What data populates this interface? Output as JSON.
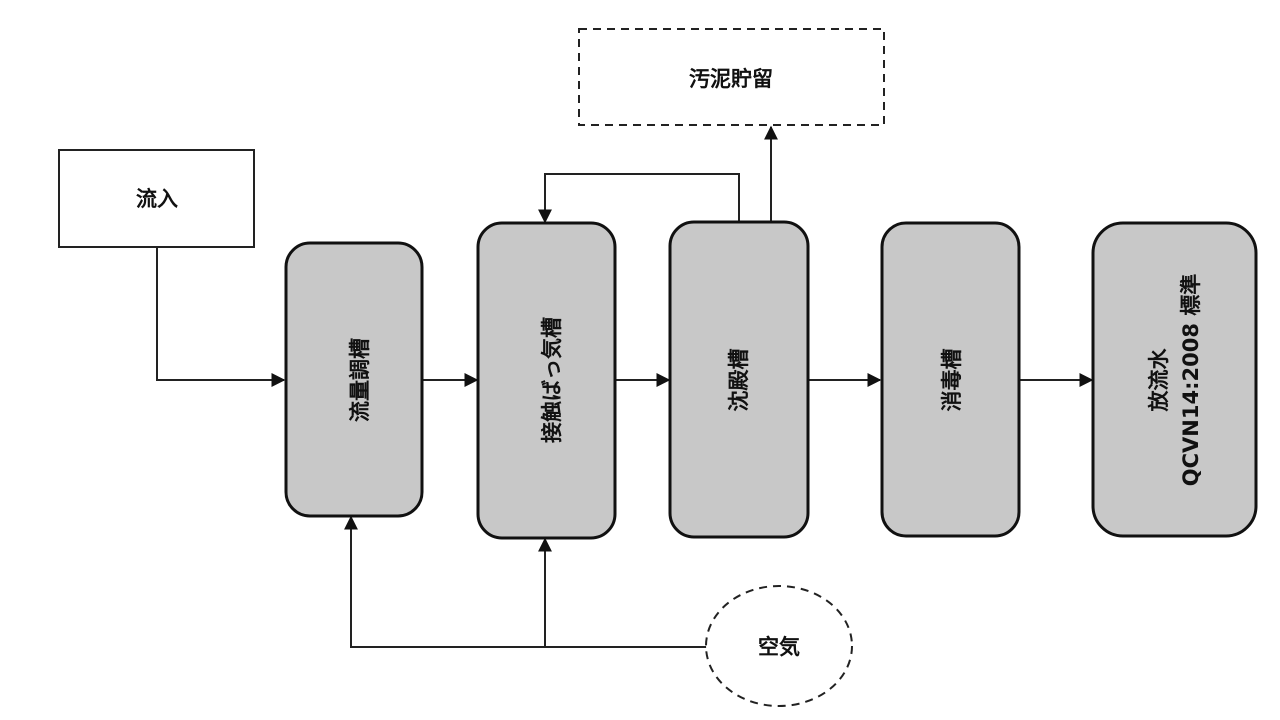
{
  "diagram": {
    "title": "",
    "nodes": {
      "inflow": {
        "label": "流入",
        "style": "rectangle"
      },
      "sludge_storage": {
        "label": "汚泥貯留",
        "style": "dashed-rectangle"
      },
      "flow_equalization_tank": {
        "label": "流量調槽",
        "style": "rounded-gray"
      },
      "contact_aeration_tank": {
        "label": "接触ばっ気槽",
        "style": "rounded-gray"
      },
      "sedimentation_tank": {
        "label": "沈殿槽",
        "style": "rounded-gray"
      },
      "disinfection_tank": {
        "label": "消毒槽",
        "style": "rounded-gray"
      },
      "effluent": {
        "label_line1": "放流水",
        "label_line2": "QCVN14:2008 標準",
        "style": "rounded-gray"
      },
      "air": {
        "label": "空気",
        "style": "dashed-ellipse"
      }
    },
    "edges": [
      {
        "from": "inflow",
        "to": "flow_equalization_tank"
      },
      {
        "from": "flow_equalization_tank",
        "to": "contact_aeration_tank"
      },
      {
        "from": "contact_aeration_tank",
        "to": "sedimentation_tank"
      },
      {
        "from": "sedimentation_tank",
        "to": "disinfection_tank"
      },
      {
        "from": "disinfection_tank",
        "to": "effluent"
      },
      {
        "from": "sedimentation_tank",
        "to": "contact_aeration_tank",
        "kind": "return"
      },
      {
        "from": "sedimentation_tank",
        "to": "sludge_storage"
      },
      {
        "from": "air",
        "to": "flow_equalization_tank"
      },
      {
        "from": "air",
        "to": "contact_aeration_tank"
      }
    ],
    "colors": {
      "tank_fill": "#c8c8c8",
      "stroke": "#111111",
      "background": "#ffffff"
    }
  }
}
